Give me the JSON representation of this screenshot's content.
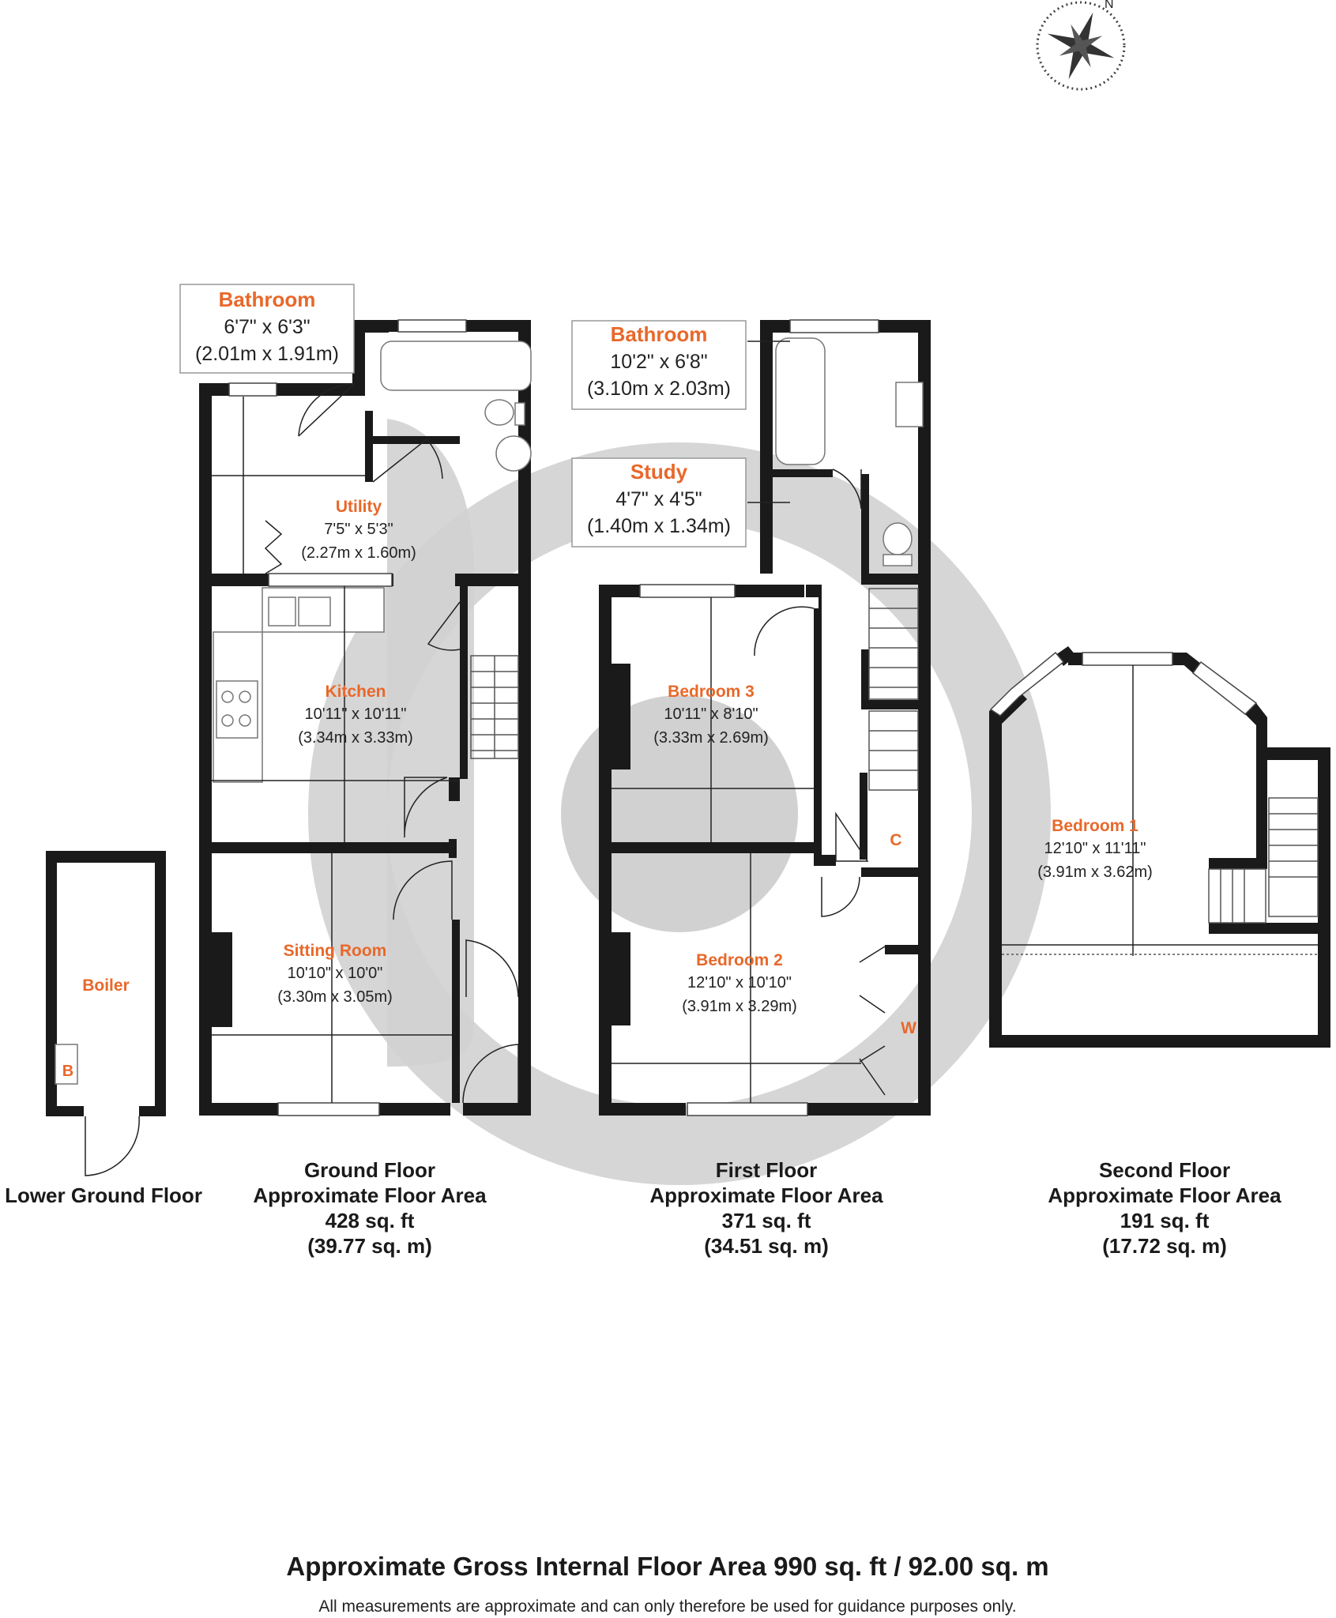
{
  "compass": {
    "north_label": "N"
  },
  "rooms": {
    "gf_bathroom": {
      "name": "Bathroom",
      "imperial": "6'7\" x 6'3\"",
      "metric": "(2.01m x 1.91m)"
    },
    "utility": {
      "name": "Utility",
      "imperial": "7'5\" x 5'3\"",
      "metric": "(2.27m x 1.60m)"
    },
    "kitchen": {
      "name": "Kitchen",
      "imperial": "10'11\" x 10'11\"",
      "metric": "(3.34m x 3.33m)"
    },
    "sitting_room": {
      "name": "Sitting Room",
      "imperial": "10'10\" x 10'0\"",
      "metric": "(3.30m x 3.05m)"
    },
    "boiler": {
      "name": "Boiler",
      "marker": "B"
    },
    "ff_bathroom": {
      "name": "Bathroom",
      "imperial": "10'2\" x 6'8\"",
      "metric": "(3.10m x 2.03m)"
    },
    "study": {
      "name": "Study",
      "imperial": "4'7\" x 4'5\"",
      "metric": "(1.40m x 1.34m)"
    },
    "bedroom3": {
      "name": "Bedroom 3",
      "imperial": "10'11\" x 8'10\"",
      "metric": "(3.33m x 2.69m)"
    },
    "bedroom2": {
      "name": "Bedroom 2",
      "imperial": "12'10\" x 10'10\"",
      "metric": "(3.91m x 3.29m)"
    },
    "bedroom1": {
      "name": "Bedroom 1",
      "imperial": "12'10\" x 11'11\"",
      "metric": "(3.91m x 3.62m)"
    },
    "cupboard_marker": "C",
    "wardrobe_marker": "W"
  },
  "floors": {
    "lower_ground": {
      "name": "Lower Ground Floor"
    },
    "ground": {
      "name": "Ground Floor",
      "area_label": "Approximate Floor Area",
      "sqft": "428 sq. ft",
      "sqm": "(39.77 sq. m)"
    },
    "first": {
      "name": "First Floor",
      "area_label": "Approximate Floor Area",
      "sqft": "371 sq. ft",
      "sqm": "(34.51 sq. m)"
    },
    "second": {
      "name": "Second Floor",
      "area_label": "Approximate Floor Area",
      "sqft": "191 sq. ft",
      "sqm": "(17.72 sq. m)"
    }
  },
  "footer": {
    "gross_area": "Approximate Gross Internal Floor Area 990 sq. ft / 92.00 sq. m",
    "disclaimer": "All measurements are approximate and can only therefore be used for guidance purposes only."
  }
}
